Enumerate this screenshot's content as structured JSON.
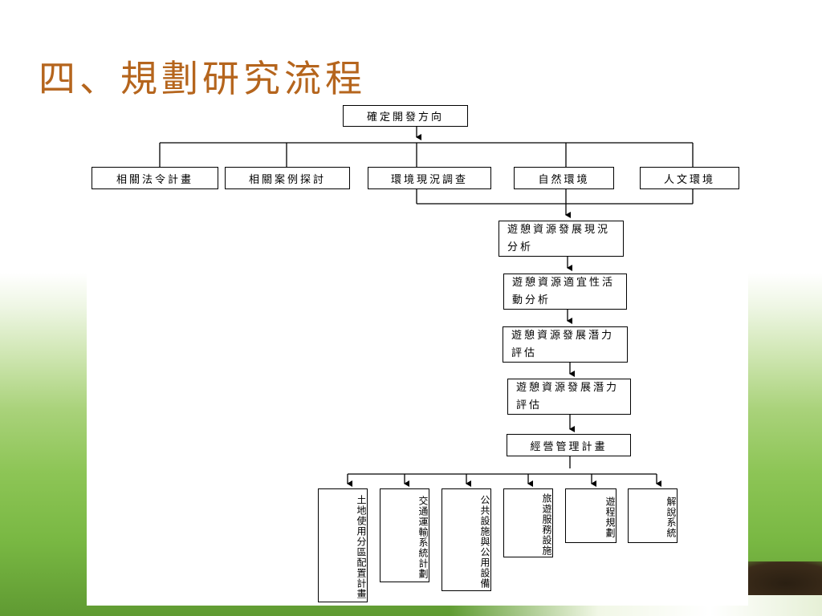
{
  "slide": {
    "title": "四、規劃研究流程"
  },
  "diagram": {
    "top": "確定開發方向",
    "row1": [
      "相關法令計畫",
      "相關案例探討",
      "環境現況調查",
      "自然環境",
      "人文環境"
    ],
    "steps": [
      "遊憩資源發展現況分析",
      "遊憩資源適宜性活動分析",
      "遊憩資源發展潛力評估",
      "遊憩資源發展潛力評估",
      "經營管理計畫"
    ],
    "bottom": [
      "土地使用分區配置計畫",
      "交通運輸系統計劃",
      "公共設施與公用設備",
      "旅遊服務設施",
      "遊程規劃",
      "解說系統"
    ]
  },
  "colors": {
    "title": "#b5651d",
    "box_border": "#000000",
    "background_green": "#8dc556"
  }
}
